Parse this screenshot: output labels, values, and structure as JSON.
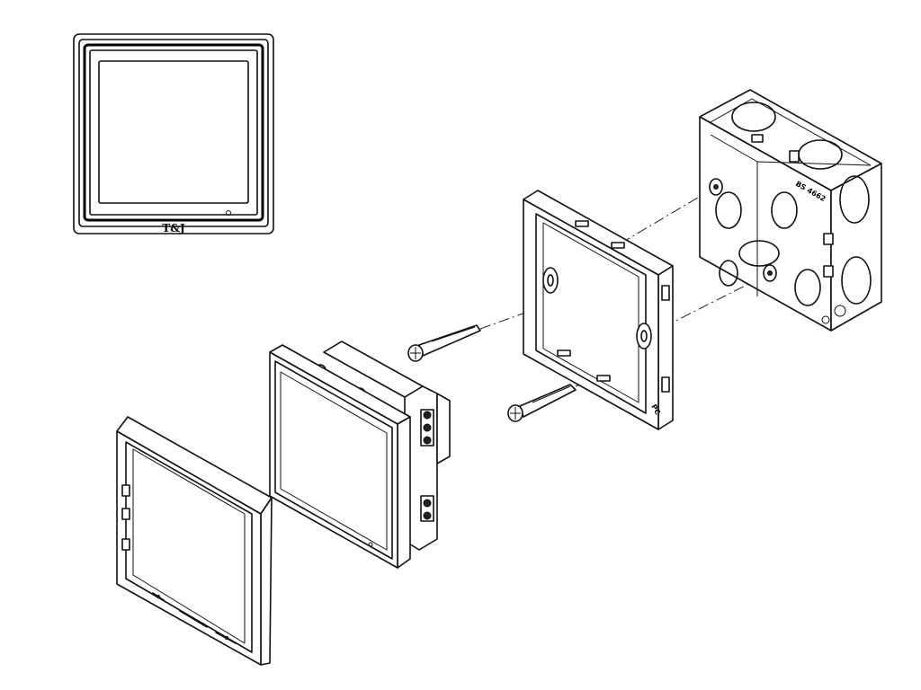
{
  "front_panel": {
    "brand_logo": "T&J"
  },
  "wall_box": {
    "marking": "BS 4662"
  },
  "mounting_frame": {
    "marking": "PC"
  }
}
